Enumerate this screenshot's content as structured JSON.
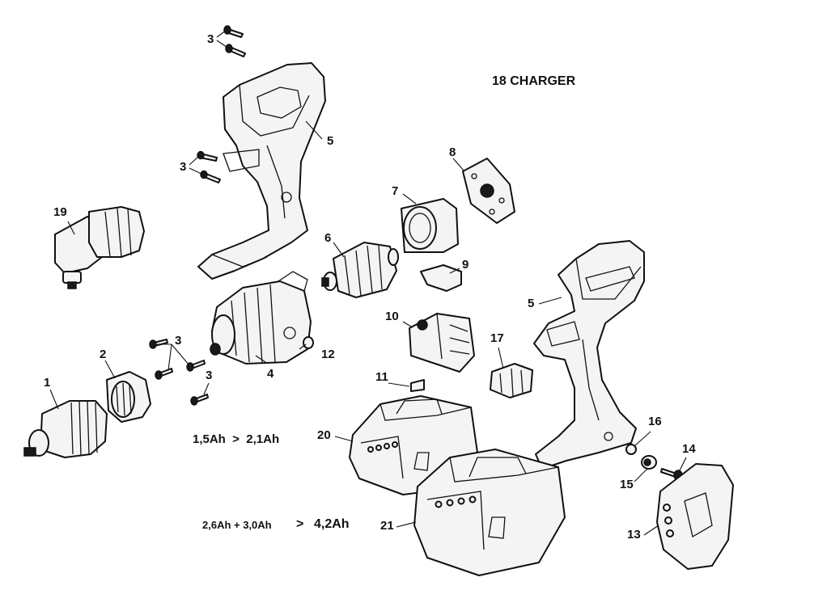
{
  "header": {
    "charger_label": "18  CHARGER"
  },
  "callouts": {
    "c3a": "3",
    "c5a": "5",
    "c3b": "3",
    "c19": "19",
    "c6": "6",
    "c7": "7",
    "c8": "8",
    "c9": "9",
    "c10": "10",
    "c17": "17",
    "c5b": "5",
    "c12": "12",
    "c4": "4",
    "c3c": "3",
    "c3d": "3",
    "c2": "2",
    "c1": "1",
    "c11": "11",
    "c20": "20",
    "c21": "21",
    "c16": "16",
    "c14": "14",
    "c15": "15",
    "c13": "13"
  },
  "notes": {
    "battery_small": "1,5Ah  >  2,1Ah",
    "battery_large_in": "2,6Ah + 3,0Ah",
    "battery_large_arrow": ">",
    "battery_large_out": "4,2Ah"
  }
}
